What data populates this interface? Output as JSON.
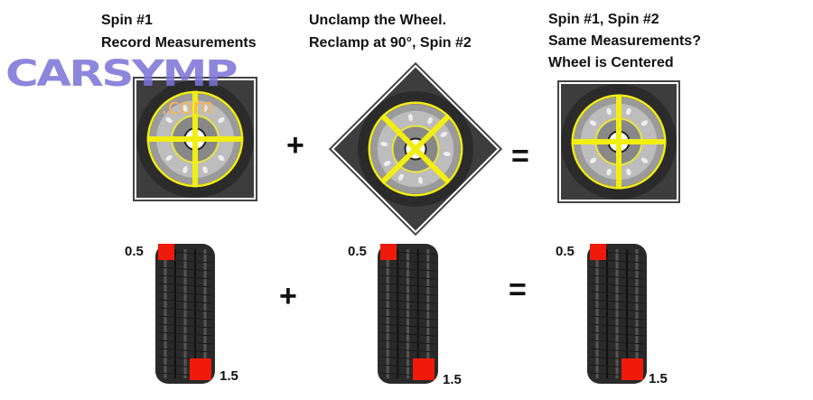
{
  "logo": {
    "main": "CARSYMP",
    "suffix": ".com",
    "color": "#7b72d6",
    "suffix_color": "#f6b25c"
  },
  "steps": [
    {
      "lines": [
        "Spin #1",
        "Record Measurements"
      ]
    },
    {
      "lines": [
        "Unclamp the Wheel.",
        "Reclamp at 90°, Spin #2"
      ]
    },
    {
      "lines": [
        "Spin #1, Spin #2",
        "Same Measurements?",
        "Wheel is Centered"
      ]
    }
  ],
  "operators": {
    "plus": "+",
    "equals": "="
  },
  "tires": [
    {
      "top": "0.5",
      "bottom": "1.5"
    },
    {
      "top": "0.5",
      "bottom": "1.5"
    },
    {
      "top": "0.5",
      "bottom": "1.5"
    }
  ],
  "colors": {
    "crosshair": "#f2ee12",
    "marker": "#f01a0a",
    "tire": "#2a2a2a"
  }
}
